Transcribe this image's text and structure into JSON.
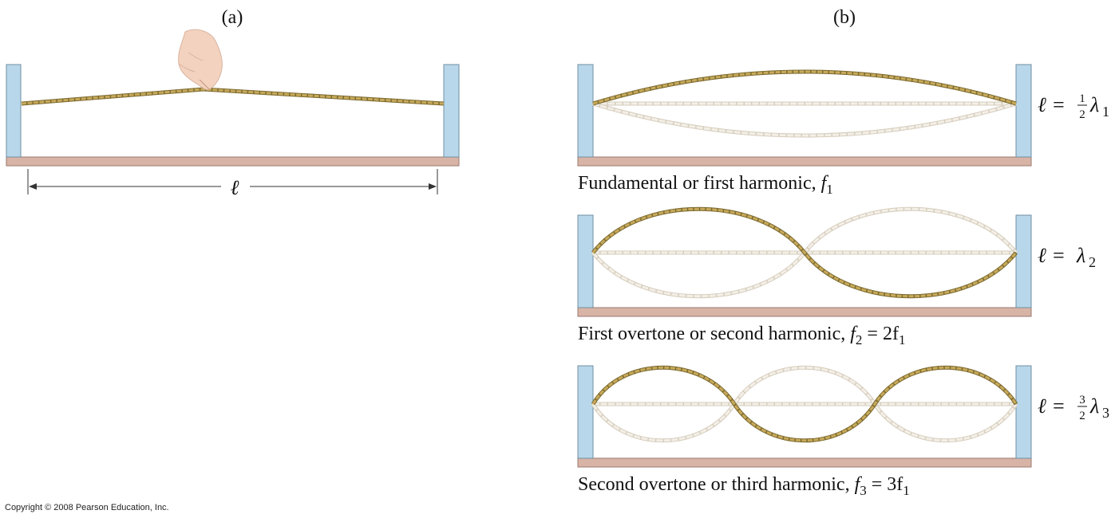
{
  "panels": {
    "a": {
      "label": "(a)",
      "length_symbol": "ℓ"
    },
    "b": {
      "label": "(b)"
    }
  },
  "modes": [
    {
      "n": 1,
      "caption": {
        "text": "Fundamental or first harmonic, ",
        "var": "f",
        "sub": "1",
        "rest": ""
      },
      "relation": {
        "lhs": "ℓ = ",
        "frac_num": "1",
        "frac_den": "2",
        "lambda": "λ",
        "sub": "1"
      }
    },
    {
      "n": 2,
      "caption": {
        "text": "First overtone or second harmonic, ",
        "var": "f",
        "sub": "2",
        "rest": " = 2f",
        "rest_sub": "1"
      },
      "relation": {
        "lhs": "ℓ = ",
        "frac_num": "",
        "frac_den": "",
        "lambda": "λ",
        "sub": "2"
      }
    },
    {
      "n": 3,
      "caption": {
        "text": "Second overtone or third harmonic, ",
        "var": "f",
        "sub": "3",
        "rest": " = 3f",
        "rest_sub": "1"
      },
      "relation": {
        "lhs": "ℓ = ",
        "frac_num": "3",
        "frac_den": "2",
        "lambda": "λ",
        "sub": "3"
      }
    }
  ],
  "copyright": "Copyright © 2008 Pearson Education, Inc.",
  "colors": {
    "post": "#b9d7ea",
    "post_border": "#6f8fa3",
    "base": "#d8b4a6",
    "base_border": "#9a7a70",
    "string": "#c8a95a",
    "string_dark": "#7a6a30",
    "ghost": "#e9e3d8",
    "hand": "#f3d3c0"
  }
}
